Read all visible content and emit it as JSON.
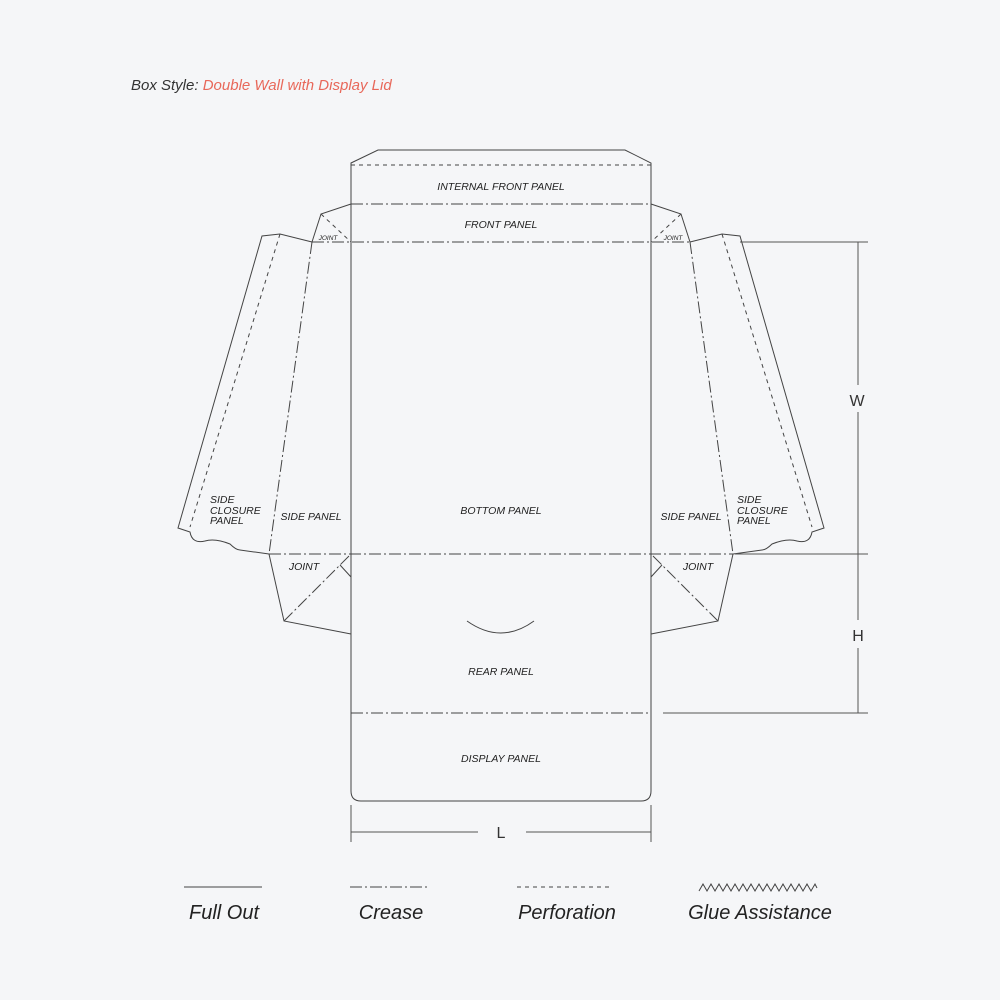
{
  "header": {
    "label": "Box Style:",
    "style_name": "Double Wall with Display Lid",
    "accent_color": "#e8685a"
  },
  "panels": {
    "internal_front": "INTERNAL FRONT PANEL",
    "front": "FRONT PANEL",
    "bottom": "BOTTOM PANEL",
    "rear": "REAR PANEL",
    "display": "DISPLAY PANEL",
    "side_left": "SIDE PANEL",
    "side_right": "SIDE PANEL",
    "side_closure": [
      "SIDE",
      "CLOSURE",
      "PANEL"
    ],
    "joint": "JOINT",
    "joint_small": "JOINT"
  },
  "dimensions": {
    "width": "W",
    "height": "H",
    "length": "L"
  },
  "legend": [
    {
      "label": "Full Out",
      "type": "solid"
    },
    {
      "label": "Crease",
      "type": "dash-dot"
    },
    {
      "label": "Perforation",
      "type": "dashed"
    },
    {
      "label": "Glue Assistance",
      "type": "zigzag"
    }
  ]
}
